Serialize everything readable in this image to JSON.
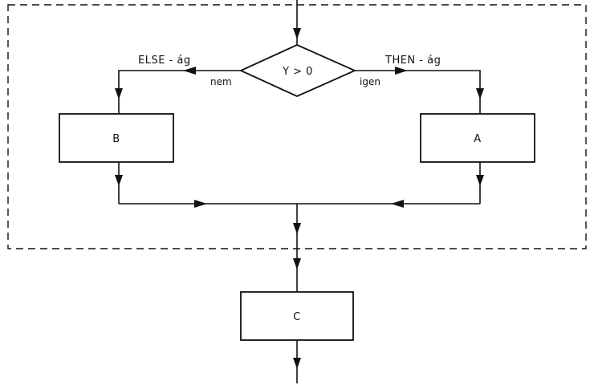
{
  "condition": "Y > 0",
  "branch_false": {
    "title": "ELSE - ág",
    "answer": "nem",
    "block": "B"
  },
  "branch_true": {
    "title": "THEN - ág",
    "answer": "igen",
    "block": "A"
  },
  "next_block": "C"
}
